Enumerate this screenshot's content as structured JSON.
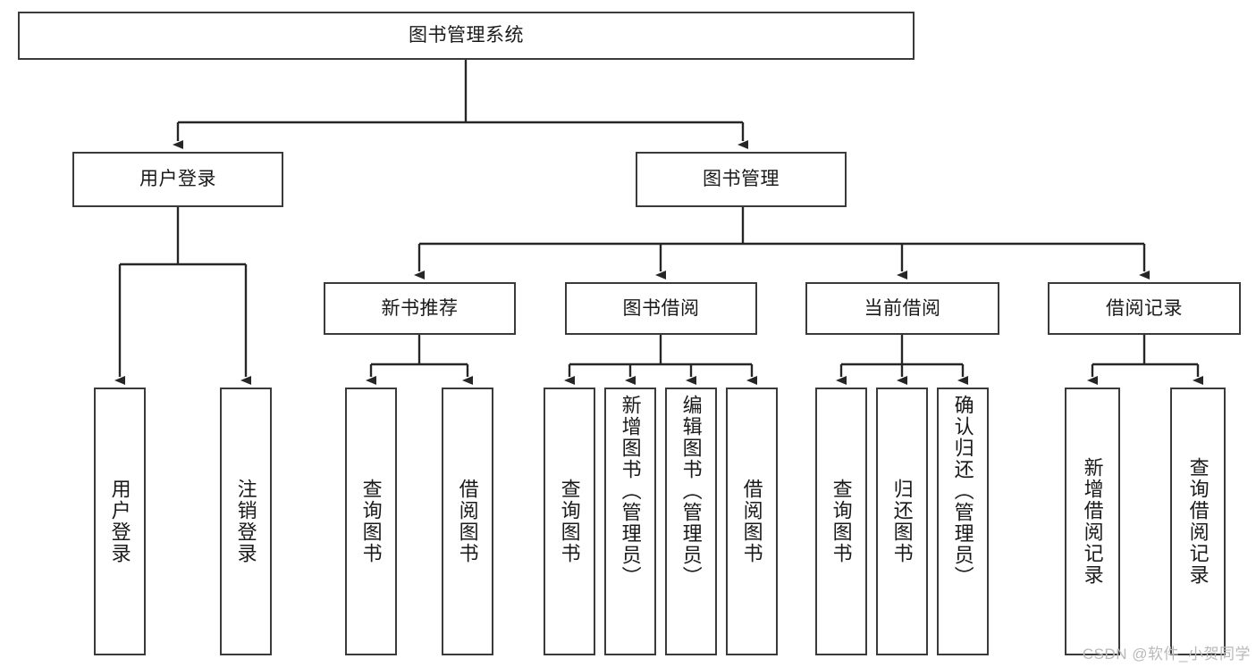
{
  "diagram": {
    "title": "图书管理系统",
    "type": "hierarchy-tree",
    "watermark": "CSDN @软件_小贺同学",
    "colors": {
      "box_border": "#3a3a3a",
      "box_fill": "#ffffff",
      "edge": "#262626",
      "text": "#1a1a1a",
      "watermark": "#b9b9b9"
    },
    "levels": {
      "root": {
        "label": "图书管理系统"
      },
      "level2": [
        {
          "label": "用户登录"
        },
        {
          "label": "图书管理"
        }
      ],
      "level3": [
        {
          "label": "新书推荐"
        },
        {
          "label": "图书借阅"
        },
        {
          "label": "当前借阅"
        },
        {
          "label": "借阅记录"
        }
      ],
      "leaves": {
        "user_login": [
          {
            "label": "用户登录"
          },
          {
            "label": "注销登录"
          }
        ],
        "new_book_recommend": [
          {
            "label": "查询图书"
          },
          {
            "label": "借阅图书"
          }
        ],
        "book_borrow": [
          {
            "label": "查询图书"
          },
          {
            "label": "新增图书（管理员）"
          },
          {
            "label": "编辑图书（管理员）"
          },
          {
            "label": "借阅图书"
          }
        ],
        "current_borrow": [
          {
            "label": "查询图书"
          },
          {
            "label": "归还图书"
          },
          {
            "label": "确认归还（管理员）"
          }
        ],
        "borrow_record": [
          {
            "label": "新增借阅记录"
          },
          {
            "label": "查询借阅记录"
          }
        ]
      }
    }
  }
}
